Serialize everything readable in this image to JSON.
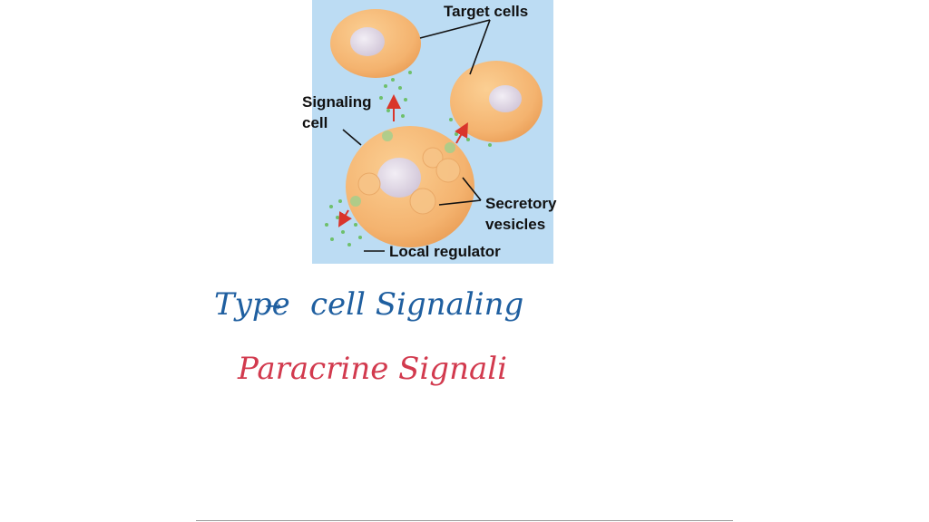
{
  "diagram": {
    "labels": {
      "target_cells": "Target cells",
      "signaling_cell_line1": "Signaling",
      "signaling_cell_line2": "cell",
      "secretory_line1": "Secretory",
      "secretory_line2": "vesicles",
      "local_regulator": "Local regulator"
    },
    "colors": {
      "panel_bg": "#bcdcf3",
      "cell_fill": "#f4b36f",
      "nucleus": "#ddd3e1",
      "dots": "#6ec06b",
      "arrow": "#d9352b"
    }
  },
  "notes": {
    "line1_type": "Type",
    "line1_arrow": "→",
    "line1_rest": "cell Signaling",
    "line2": "Paracrine Signali"
  }
}
